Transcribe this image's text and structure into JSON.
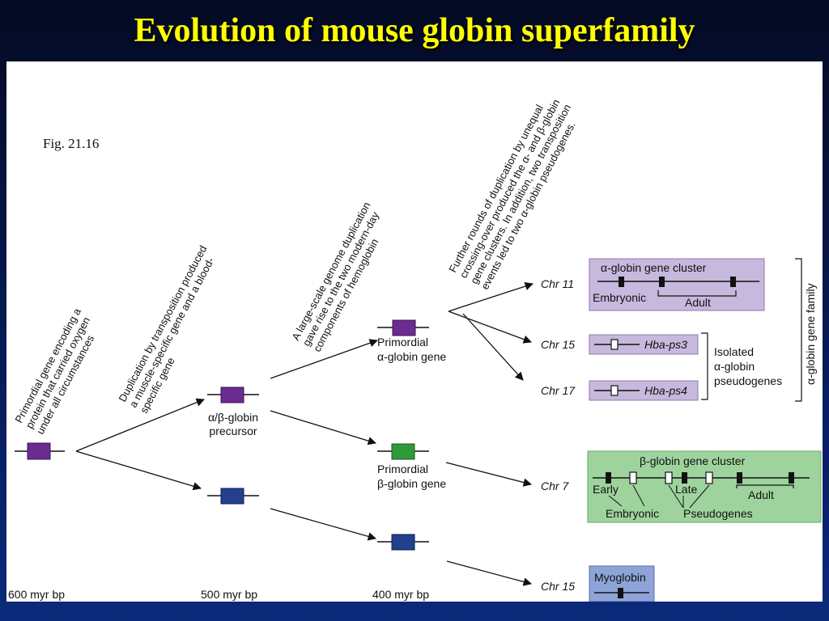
{
  "slide": {
    "title": "Evolution of mouse globin superfamily"
  },
  "figure": {
    "fig_label": "Fig. 21.16",
    "timeline": [
      "600 myr bp",
      "500 myr bp",
      "400 myr bp"
    ],
    "descriptions": {
      "primordial": [
        "Primordial gene encoding a",
        "protein that carried oxygen",
        "under all circumstances"
      ],
      "transposition": [
        "Duplication by transposition produced",
        "a muscle-specific gene and a blood-",
        "specific gene"
      ],
      "genome_dup": [
        "A large-scale genome duplication",
        "gave rise to the two modern-day",
        "components of hemoglobin"
      ],
      "further": [
        "Further rounds of duplication by unequal",
        "crossing-over produced the α- and β-globin",
        "gene clusters.  In addition, two transposition",
        "events led to two α-globin pseudogenes."
      ]
    },
    "genes": {
      "precursor": [
        "α/β-globin",
        "precursor"
      ],
      "alpha": [
        "Primordial",
        "α-globin gene"
      ],
      "beta": [
        "Primordial",
        "β-globin gene"
      ]
    },
    "chromosomes": {
      "chr11": "Chr 11",
      "chr15a": "Chr 15",
      "chr17": "Chr 17",
      "chr7": "Chr 7",
      "chr15b": "Chr 15"
    },
    "alpha_cluster": {
      "title": "α-globin gene cluster",
      "embryonic": "Embryonic",
      "adult": "Adult"
    },
    "pseudogenes": {
      "ps3": "Hba-ps3",
      "ps4": "Hba-ps4",
      "isolated": [
        "Isolated",
        "α-globin",
        "pseudogenes"
      ]
    },
    "family_label": "α-globin gene family",
    "beta_cluster": {
      "title": "β-globin gene cluster",
      "early": "Early",
      "late": "Late",
      "adult": "Adult",
      "embryonic": "Embryonic",
      "pseudogenes": "Pseudogenes"
    },
    "myoglobin": "Myoglobin"
  }
}
